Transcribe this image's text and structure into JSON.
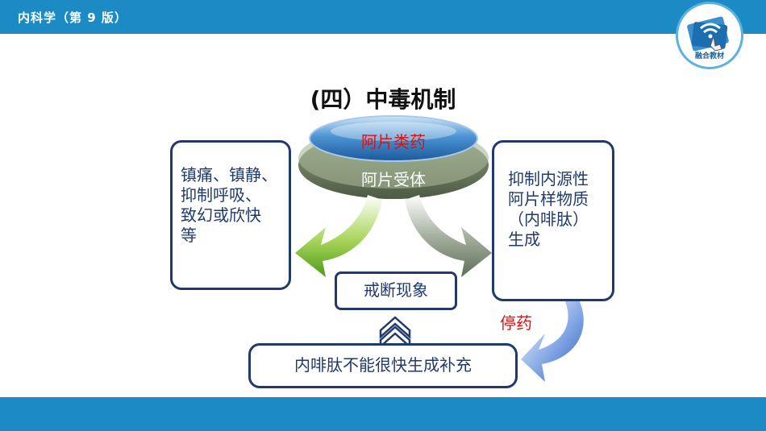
{
  "header": {
    "title": "内科学（第 9 版）"
  },
  "logo": {
    "label": "融合教材"
  },
  "heading": "(四）中毒机制",
  "disc": {
    "top_label": "阿片类药",
    "bottom_label": "阿片受体"
  },
  "left_box": {
    "lines": [
      "镇痛、镇静、",
      "抑制呼吸、",
      "致幻或欣快",
      "等"
    ]
  },
  "right_box": {
    "lines": [
      "抑制内源性",
      "阿片样物质",
      "（内啡肽）",
      "生成"
    ]
  },
  "middle_box": {
    "label": "戒断现象"
  },
  "bottom_box": {
    "label": "内啡肽不能很快生成补充"
  },
  "stop_label": "停药",
  "colors": {
    "brand_blue": "#1b8ac5",
    "box_border": "#1f3a6e",
    "accent_red": "#e01010",
    "arrow_green": "#6ab023",
    "arrow_gray": "#7f8c7a",
    "arrow_blue": "#3a6ec8"
  }
}
